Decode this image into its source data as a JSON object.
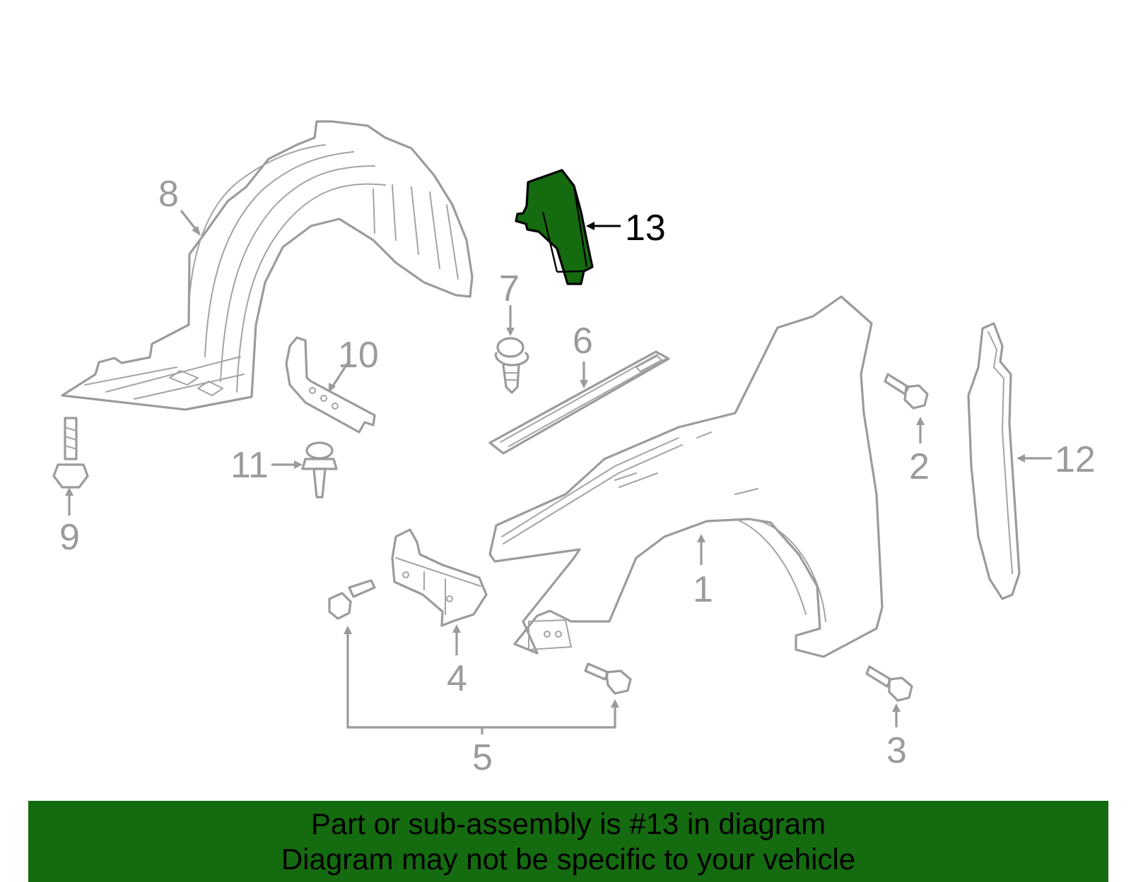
{
  "diagram": {
    "callouts": [
      "1",
      "2",
      "3",
      "4",
      "5",
      "6",
      "7",
      "8",
      "9",
      "10",
      "11",
      "12",
      "13"
    ],
    "highlighted_callout": "13",
    "colors": {
      "highlight": "#156b10",
      "line_art": "#9b9b9b",
      "highlight_text": "#000000"
    }
  },
  "banner": {
    "line1": "Part or sub-assembly is #13 in diagram",
    "line2": "Diagram may not be specific to your vehicle"
  }
}
